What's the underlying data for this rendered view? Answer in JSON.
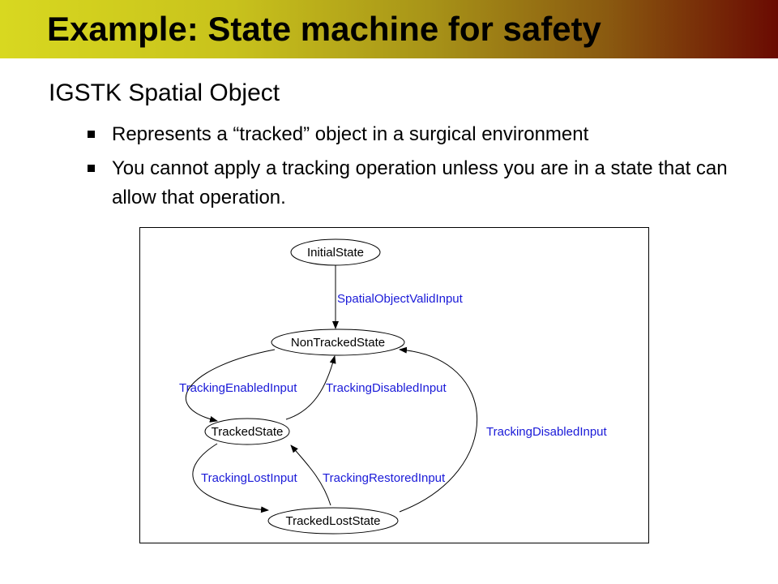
{
  "slide": {
    "title": "Example: State machine for safety",
    "heading": "IGSTK Spatial Object",
    "bullets": [
      "Represents a “tracked” object in a surgical environment",
      "You cannot apply a tracking operation unless you are in a state that can allow that operation."
    ]
  },
  "diagram": {
    "nodes": {
      "initial": "InitialState",
      "nontracked": "NonTrackedState",
      "tracked": "TrackedState",
      "trackedlost": "TrackedLostState"
    },
    "edges": {
      "initial_to_nontracked": "SpatialObjectValidInput",
      "nontracked_to_tracked": "TrackingEnabledInput",
      "tracked_to_nontracked": "TrackingDisabledInput",
      "tracked_to_trackedlost": "TrackingLostInput",
      "trackedlost_to_tracked": "TrackingRestoredInput",
      "trackedlost_to_nontracked": "TrackingDisabledInput"
    },
    "colors": {
      "edge_label": "#1a1ad8",
      "node_stroke": "#000000"
    }
  }
}
